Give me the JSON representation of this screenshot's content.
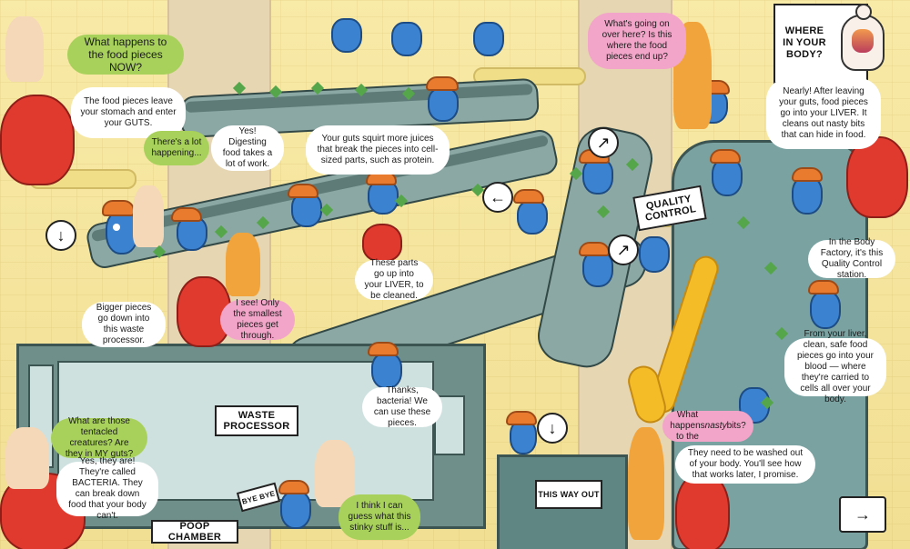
{
  "illustration": {
    "colors": {
      "wall": "#f6e7a1",
      "machine": "#6f8f8b",
      "belt": "#8ca8a5",
      "green_bubble": "#a7d15a",
      "pink_bubble": "#f2a5c8",
      "worker_blue": "#3b83d1",
      "helmet_orange": "#e97b2f",
      "bird_red": "#e03a2f"
    },
    "signs": {
      "where_in_your_body": "WHERE IN YOUR BODY?",
      "quality_control": "QUALITY CONTROL",
      "waste_processor": "WASTE PROCESSOR",
      "this_way_out": "THIS WAY OUT",
      "poop_chamber": "POOP CHAMBER",
      "bye_bye": "BYE BYE"
    },
    "bubbles": {
      "food_pieces_now": "What happens to the food pieces NOW?",
      "leave_stomach": "The food pieces leave your stomach and enter your GUTS.",
      "lot_happening": "There's a lot happening...",
      "digesting_work": "Yes! Digesting food takes a lot of work.",
      "guts_juices": "Your guts squirt more juices that break the pieces into cell-sized parts, such as protein.",
      "going_on_here": "What's going on over here? Is this where the food pieces end up?",
      "liver_bubble": "Nearly! After leaving your guts, food pieces go into your LIVER. It cleans out nasty bits that can hide in food.",
      "bigger_pieces": "Bigger pieces go down into this waste processor.",
      "smallest_pieces": "I see! Only the smallest pieces get through.",
      "to_liver": "These parts go up into your LIVER, to be cleaned.",
      "quality_station": "In the Body Factory, it's this Quality Control station.",
      "safe_food": "From your liver, clean, safe food pieces go into your blood — where they're carried to cells all over your body.",
      "tentacled": "What are those tentacled creatures? Are they in MY guts?",
      "bacteria": "Yes, they are! They're called BACTERIA. They can break down food that your body can't.",
      "thanks_bacteria": "Thanks, bacteria! We can use these pieces.",
      "nasty_bits_prefix": "What happens to the ",
      "nasty_bits_word": "nasty",
      "nasty_bits_suffix": " bits?",
      "washed_out": "They need to be washed out of your body. You'll see how that works later, I promise.",
      "stinky_stuff": "I think I can guess what this stinky stuff is..."
    },
    "icons": [
      "down-arrow-icon",
      "right-arrow-icon",
      "left-arrow-icon",
      "body-diagram-icon"
    ]
  }
}
